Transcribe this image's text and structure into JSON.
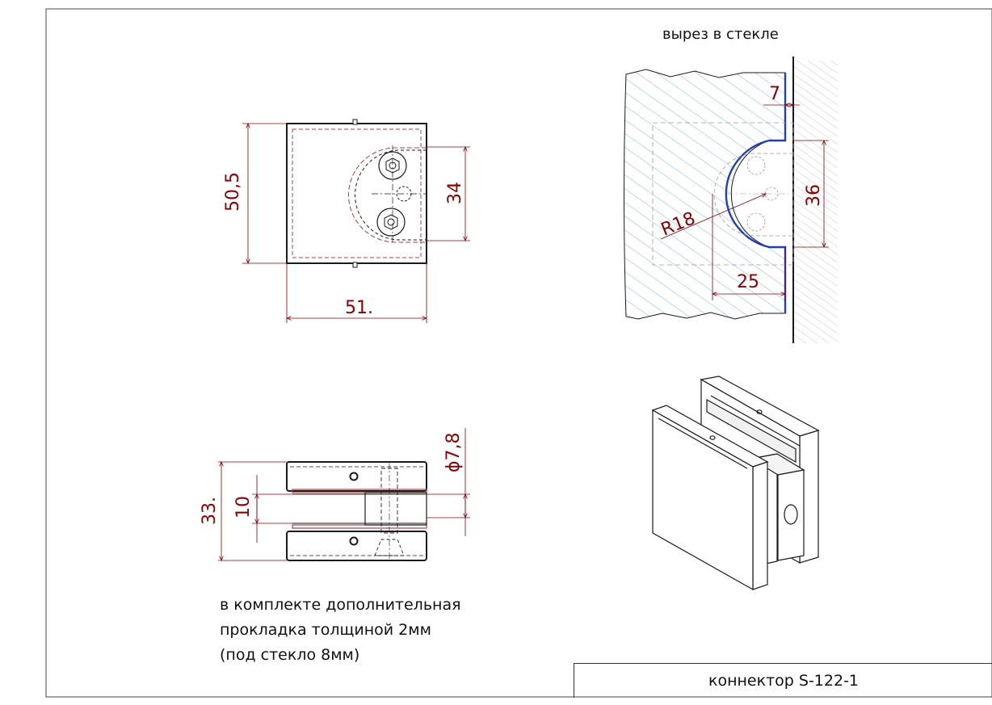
{
  "drawing": {
    "cutout_label": "вырез в стекле",
    "title_block": "коннектор S-122-1",
    "note_lines": [
      "в комплекте дополнительная",
      "прокладка толщиной 2мм",
      "(под стекло 8мм)"
    ]
  },
  "dimensions": {
    "front_height": "50,5",
    "front_width": "51.",
    "hole_spacing": "34",
    "cut_depth": "7",
    "cut_height": "36",
    "cut_radius": "R18",
    "cut_width": "25",
    "side_height": "33.",
    "glass_gap": "10",
    "pin_diameter": "ϕ7,8"
  },
  "colors": {
    "line": "#1a1a1a",
    "dimension": "#8b0000",
    "hatch": "#7fb6e0",
    "cut_edge": "#1f3fbf",
    "gasket": "#b04040"
  }
}
